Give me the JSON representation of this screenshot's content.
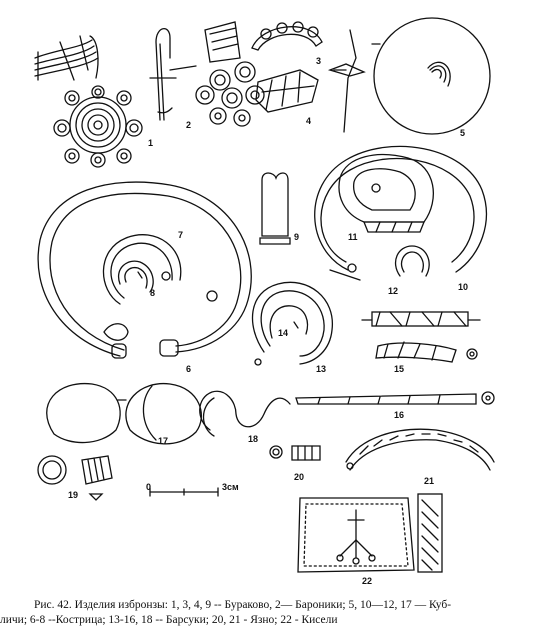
{
  "figure": {
    "item_numbers": [
      "1",
      "2",
      "3",
      "4",
      "5",
      "6",
      "7",
      "8",
      "9",
      "10",
      "11",
      "12",
      "13",
      "14",
      "15",
      "16",
      "17",
      "18",
      "19",
      "20",
      "21",
      "22"
    ],
    "scale_bar": {
      "zero_label": "0",
      "end_label": "3см"
    }
  },
  "caption": {
    "line1": "Рис. 42. Изделия избронзы: 1, 3, 4, 9 -- Бураково, 2— Бароники; 5, 10—12, 17 — Куб-",
    "line2": "личи; 6-8 --Кострица; 13-16, 18 -- Барсуки; 20, 21 - Язно; 22 - Кисели"
  }
}
